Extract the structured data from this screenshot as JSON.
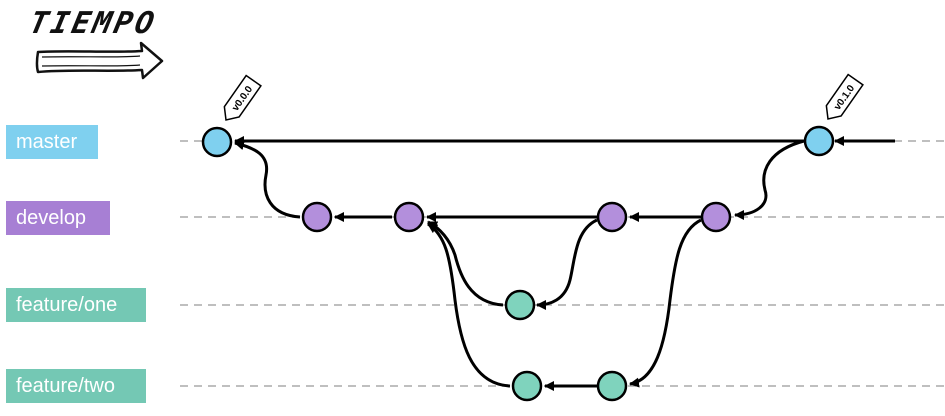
{
  "title": "TIEMPO",
  "branches": [
    {
      "name": "master",
      "color": "#7fd0ef"
    },
    {
      "name": "develop",
      "color": "#a77fd4"
    },
    {
      "name": "feature/one",
      "color": "#74c8b4"
    },
    {
      "name": "feature/two",
      "color": "#74c8b4"
    }
  ],
  "tags": [
    {
      "label": "v0.0.0"
    },
    {
      "label": "v0.1.0"
    }
  ],
  "colors": {
    "master_node": "#7fd0ef",
    "develop_node": "#b38fdc",
    "feature_node": "#7fd3bd",
    "line": "#000000",
    "guide": "#aaaaaa"
  },
  "icons": [
    "time-arrow-icon",
    "tag-icon"
  ]
}
